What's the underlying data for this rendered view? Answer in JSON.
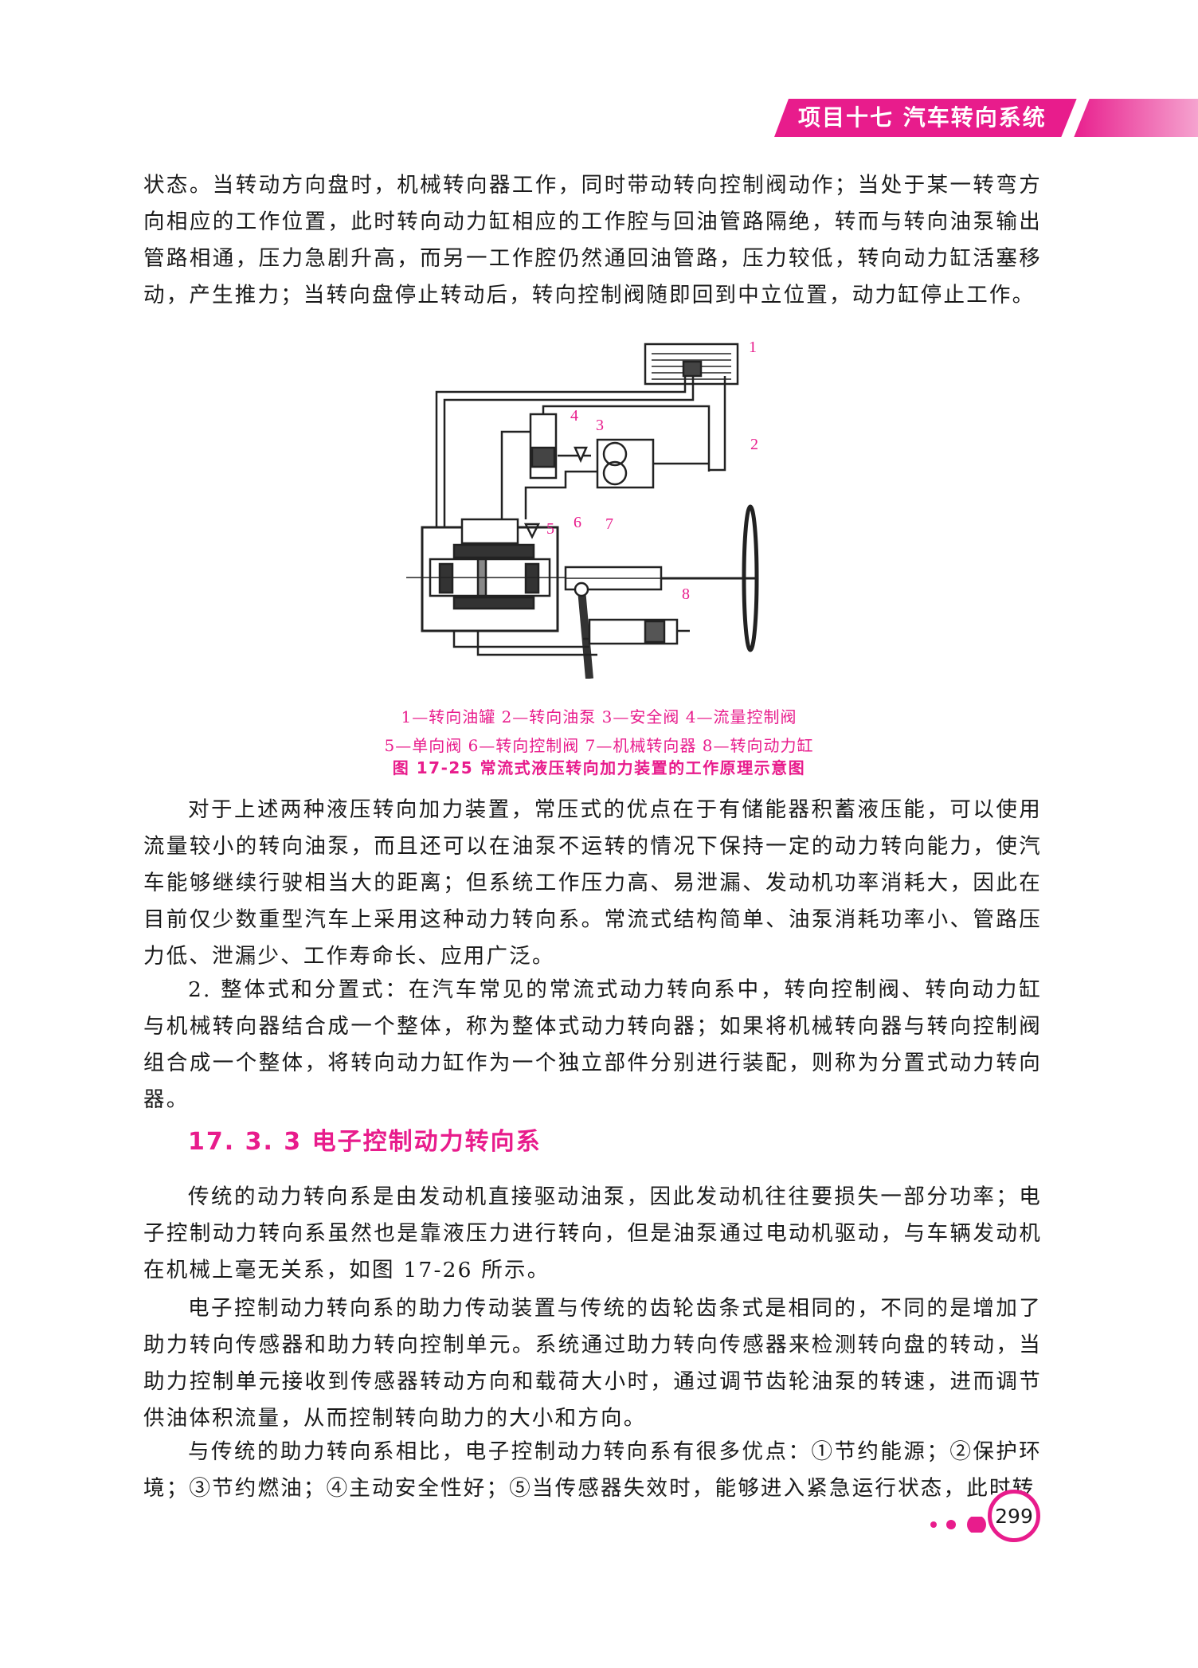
{
  "header": {
    "title": "项目十七  汽车转向系统"
  },
  "paragraphs": {
    "p1": "状态。当转动方向盘时，机械转向器工作，同时带动转向控制阀动作；当处于某一转弯方向相应的工作位置，此时转向动力缸相应的工作腔与回油管路隔绝，转而与转向油泵输出管路相通，压力急剧升高，而另一工作腔仍然通回油管路，压力较低，转向动力缸活塞移动，产生推力；当转向盘停止转动后，转向控制阀随即回到中立位置，动力缸停止工作。",
    "p2": "对于上述两种液压转向加力装置，常压式的优点在于有储能器积蓄液压能，可以使用流量较小的转向油泵，而且还可以在油泵不运转的情况下保持一定的动力转向能力，使汽车能够继续行驶相当大的距离；但系统工作压力高、易泄漏、发动机功率消耗大，因此在目前仅少数重型汽车上采用这种动力转向系。常流式结构简单、油泵消耗功率小、管路压力低、泄漏少、工作寿命长、应用广泛。",
    "p3": "2. 整体式和分置式：在汽车常见的常流式动力转向系中，转向控制阀、转向动力缸与机械转向器结合成一个整体，称为整体式动力转向器；如果将机械转向器与转向控制阀组合成一个整体，将转向动力缸作为一个独立部件分别进行装配，则称为分置式动力转向器。",
    "p4": "传统的动力转向系是由发动机直接驱动油泵，因此发动机往往要损失一部分功率；电子控制动力转向系虽然也是靠液压力进行转向，但是油泵通过电动机驱动，与车辆发动机在机械上毫无关系，如图 17-26 所示。",
    "p5": "电子控制动力转向系的助力传动装置与传统的齿轮齿条式是相同的，不同的是增加了助力转向传感器和助力转向控制单元。系统通过助力转向传感器来检测转向盘的转动，当助力控制单元接收到传感器转动方向和载荷大小时，通过调节齿轮油泵的转速，进而调节供油体积流量，从而控制转向助力的大小和方向。",
    "p6": "与传统的助力转向系相比，电子控制动力转向系有很多优点：①节约能源；②保护环境；③节约燃油；④主动安全性好；⑤当传感器失效时，能够进入紧急运行状态，此时转"
  },
  "figure": {
    "labels": [
      "1",
      "2",
      "3",
      "4",
      "5",
      "6",
      "7",
      "8"
    ],
    "caption_line1": "1—转向油罐   2—转向油泵   3—安全阀   4—流量控制阀",
    "caption_line2": "5—单向阀   6—转向控制阀   7—机械转向器   8—转向动力缸",
    "title": "图 17-25   常流式液压转向加力装置的工作原理示意图"
  },
  "section": {
    "heading": "17. 3. 3   电子控制动力转向系"
  },
  "footer": {
    "page_number": "299"
  },
  "colors": {
    "accent": "#e81c8c",
    "text": "#1a1a1a"
  }
}
